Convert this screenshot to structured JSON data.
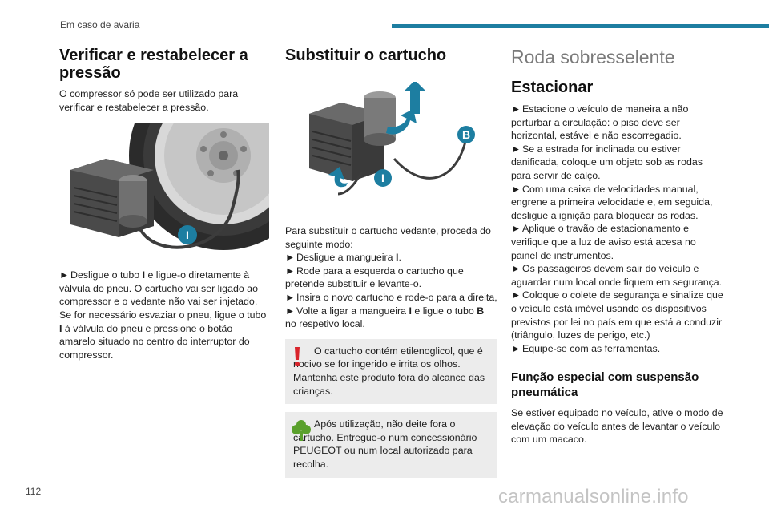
{
  "header": {
    "section": "Em caso de avaria"
  },
  "col1": {
    "title": "Verificar e restabelecer a pressão",
    "intro": "O compressor só pode ser utilizado para verificar e restabelecer a pressão.",
    "figure_label": "I",
    "p1_a": "Desligue o tubo ",
    "p1_b": "I",
    "p1_c": " e ligue-o diretamente à válvula do pneu. O cartucho vai ser ligado ao compressor e o vedante não vai ser injetado.",
    "p2_a": "Se for necessário esvaziar o pneu, ligue o tubo ",
    "p2_b": "I",
    "p2_c": " à válvula do pneu e pressione o botão amarelo situado no centro do interruptor do compressor."
  },
  "col2": {
    "title": "Substituir o cartucho",
    "figure_label_b": "B",
    "figure_label_i": "I",
    "intro": "Para substituir o cartucho vedante, proceda do seguinte modo:",
    "s1_a": "Desligue a mangueira ",
    "s1_b": "I",
    "s1_c": ".",
    "s2": "Rode para a esquerda o cartucho que pretende substituir e levante-o.",
    "s3": "Insira o novo cartucho e rode-o para a direita,",
    "s4_a": "Volte a ligar a mangueira ",
    "s4_b": "I",
    "s4_c": " e ligue o tubo ",
    "s4_d": "B",
    "s4_e": " no respetivo local.",
    "warning": "O cartucho contém etilenoglicol, que é nocivo se for ingerido e irrita os olhos. Mantenha este produto fora do alcance das crianças.",
    "eco": "Após utilização, não deite fora o cartucho. Entregue-o num concessionário PEUGEOT ou num local autorizado para recolha."
  },
  "col3": {
    "title": "Roda sobresselente",
    "subtitle": "Estacionar",
    "b1": "Estacione o veículo de maneira a não perturbar a circulação: o piso deve ser horizontal, estável e não escorregadio.",
    "b2": "Se a estrada for inclinada ou estiver danificada, coloque um objeto sob as rodas para servir de calço.",
    "b3": "Com uma caixa de velocidades manual, engrene a primeira velocidade e, em seguida, desligue a ignição para bloquear as rodas.",
    "b4": "Aplique o travão de estacionamento e verifique que a luz de aviso está acesa no painel de instrumentos.",
    "b5": "Os passageiros devem sair do veículo e aguardar num local onde fiquem em segurança.",
    "b6": "Coloque o colete de segurança e sinalize que o veículo está imóvel usando os dispositivos previstos por lei no país em que está a conduzir (triângulo, luzes de perigo, etc.)",
    "b7": "Equipe-se com as ferramentas.",
    "subtitle2": "Função especial com suspensão pneumática",
    "p_last": "Se estiver equipado no veículo, ative o modo de elevação do veículo antes de levantar o veículo com um macaco."
  },
  "bullet_symbol": "►",
  "footer": {
    "page_number": "112",
    "watermark": "carmanualsonline.info"
  },
  "colors": {
    "accent": "#1d7ea1",
    "note_bg": "#ececec",
    "warning_red": "#d9242b",
    "eco_green": "#5aa02c"
  }
}
